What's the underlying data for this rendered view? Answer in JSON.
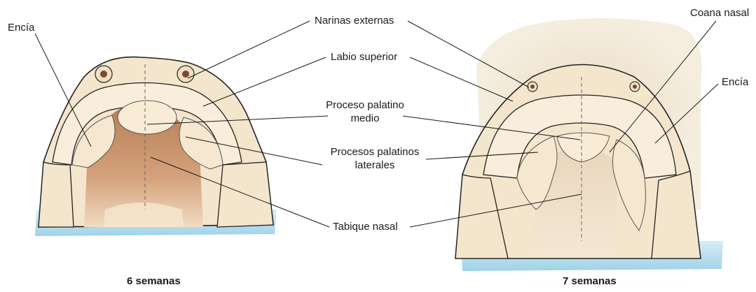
{
  "labels": {
    "encia_left": "Encía",
    "narinas": "Narinas externas",
    "labio": "Labio superior",
    "proceso_medio_1": "Proceso palatino",
    "proceso_medio_2": "medio",
    "procesos_lat_1": "Procesos palatinos",
    "procesos_lat_2": "laterales",
    "tabique": "Tabique nasal",
    "coana": "Coana nasal",
    "encia_right": "Encía"
  },
  "captions": {
    "left": "6 semanas",
    "right": "7 semanas"
  },
  "colors": {
    "tissue": "#f3e4c9",
    "tissue_light": "#f8eedb",
    "palate_shadow": "#c9926a",
    "outline": "#222222",
    "base_blue": "#a9d8ea",
    "background_glow": "#ede0c8"
  }
}
